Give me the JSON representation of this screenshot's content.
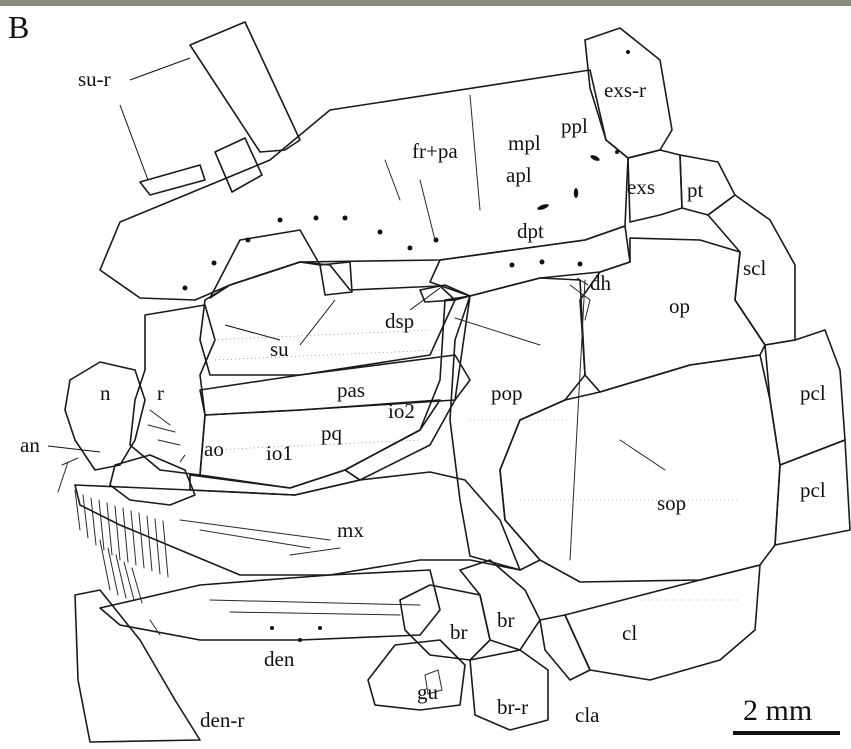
{
  "panel_letter": "B",
  "scale_bar": {
    "label": "2 mm"
  },
  "labels": {
    "su_r": "su-r",
    "fr_pa": "fr+pa",
    "exs_r": "exs-r",
    "mpl": "mpl",
    "ppl": "ppl",
    "apl": "apl",
    "exs": "exs",
    "pt": "pt",
    "dpt": "dpt",
    "dh": "dh",
    "scl": "scl",
    "op": "op",
    "dsp": "dsp",
    "su": "su",
    "pas": "pas",
    "pop": "pop",
    "pcl_upper": "pcl",
    "pcl_lower": "pcl",
    "n": "n",
    "r": "r",
    "io2": "io2",
    "pq": "pq",
    "an": "an",
    "ao": "ao",
    "io1": "io1",
    "sop": "sop",
    "mx": "mx",
    "br_left": "br",
    "br_right": "br",
    "cl": "cl",
    "den": "den",
    "gu": "gu",
    "br_r": "br-r",
    "cla": "cla",
    "den_r": "den-r"
  },
  "colors": {
    "line": "#1a1a1a",
    "background": "#ffffff"
  }
}
